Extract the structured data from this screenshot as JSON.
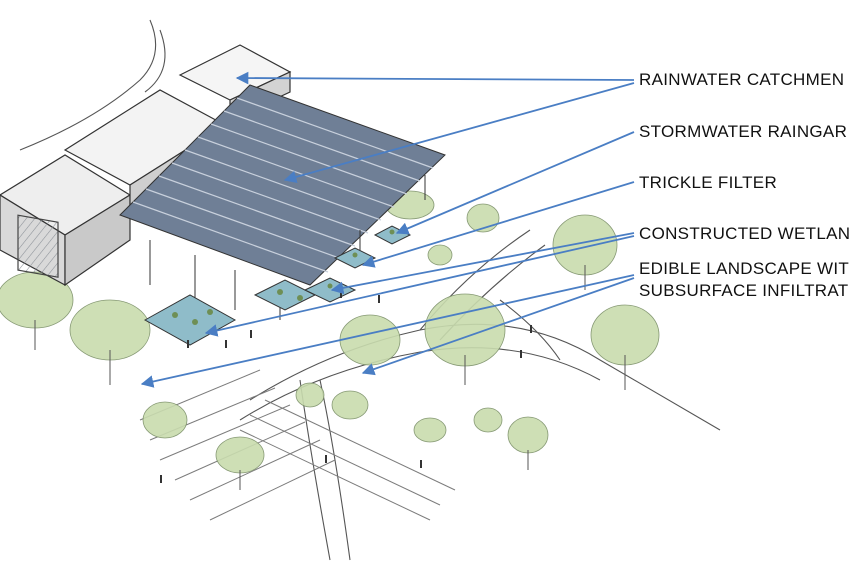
{
  "labels": {
    "rainwater": "RAINWATER CATCHMEN",
    "stormwater": "STORMWATER RAINGAR",
    "trickle": "TRICKLE FILTER",
    "wetland": "CONSTRUCTED WETLAN",
    "edible_line1": "EDIBLE LANDSCAPE WIT",
    "edible_line2": "SUBSURFACE INFILTRAT"
  },
  "colors": {
    "arrow": "#4a7ec4",
    "foliage": "#c9dcae",
    "canopy": "#6f7f96",
    "water": "#8fbcc9",
    "ink": "#3a3a3a"
  }
}
